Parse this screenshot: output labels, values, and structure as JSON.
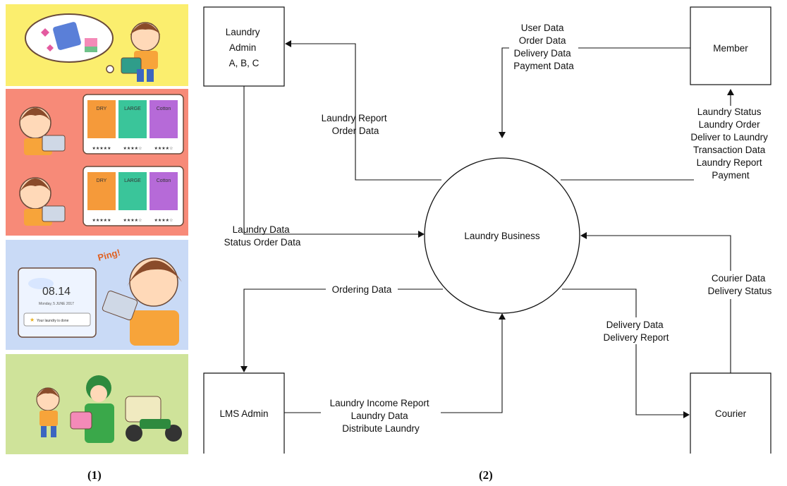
{
  "figure_captions": {
    "left": "(1)",
    "right": "(2)"
  },
  "illustration": {
    "panel2_card_labels": [
      "DRY",
      "LARGE",
      "Cotton"
    ],
    "phone_time": "08.14",
    "phone_date": "Monday, 5 JUNE 2017",
    "phone_notification": "Your laundry is done",
    "ping_text": "Ping!"
  },
  "dfd": {
    "center_process": "Laundry Business",
    "entities": {
      "laundry_admin": [
        "Laundry",
        "Admin",
        "A, B, C"
      ],
      "member": "Member",
      "lms_admin": "LMS Admin",
      "courier": "Courier"
    },
    "flows": {
      "member_to_business": [
        "User Data",
        "Order Data",
        "Delivery Data",
        "Payment Data"
      ],
      "business_to_member": [
        "Laundry Status",
        "Laundry Order",
        "Deliver to Laundry",
        "Transaction Data",
        "Laundry Report",
        "Payment"
      ],
      "business_to_admin": [
        "Laundry Report",
        "Order Data"
      ],
      "admin_to_business": [
        "Laundry Data",
        "Status Order Data"
      ],
      "business_to_lms": [
        "Ordering Data"
      ],
      "lms_to_business": [
        "Laundry Income Report",
        "Laundry Data",
        "Distribute Laundry"
      ],
      "business_to_courier": [
        "Delivery Data",
        "Delivery Report"
      ],
      "courier_to_business": [
        "Courier Data",
        "Delivery Status"
      ]
    }
  }
}
